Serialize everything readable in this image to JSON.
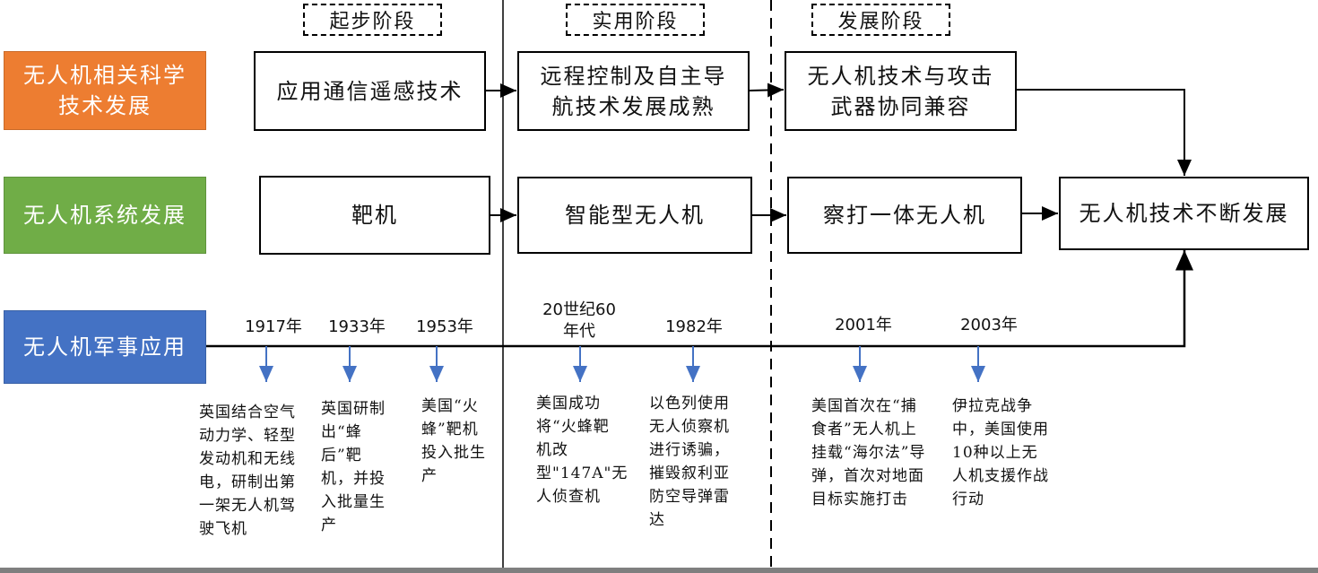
{
  "stages": [
    {
      "label": "起步阶段"
    },
    {
      "label": "实用阶段"
    },
    {
      "label": "发展阶段"
    }
  ],
  "rows": {
    "science": {
      "label": "无人机相关科学技术发展",
      "color": "#ED7D31"
    },
    "system": {
      "label": "无人机系统发展",
      "color": "#70AD47"
    },
    "military": {
      "label": "无人机军事应用",
      "color": "#4472C4"
    }
  },
  "science_boxes": [
    {
      "text": "应用通信遥感技术"
    },
    {
      "text": "远程控制及自主导航技术发展成熟"
    },
    {
      "text": "无人机技术与攻击武器协同兼容"
    }
  ],
  "system_boxes": [
    {
      "text": "靶机"
    },
    {
      "text": "智能型无人机"
    },
    {
      "text": "察打一体无人机"
    }
  ],
  "result_box": {
    "text": "无人机技术不断发展"
  },
  "timeline": [
    {
      "year": "1917年",
      "desc": "英国结合空气动力学、轻型发动机和无线电，研制出第一架无人机驾驶飞机"
    },
    {
      "year": "1933年",
      "desc": "英国研制出“蜂后”靶机，并投入批量生产"
    },
    {
      "year": "1953年",
      "desc": "美国“火蜂”靶机投入批生产"
    },
    {
      "year": "20世纪60年代",
      "desc": "美国成功将“火蜂靶机改型\"147A\"无人侦查机"
    },
    {
      "year": "1982年",
      "desc": "以色列使用无人侦察机进行诱骗，摧毁叙利亚防空导弹雷达"
    },
    {
      "year": "2001年",
      "desc": "美国首次在“捕食者”无人机上挂载“海尔法”导弹，首次对地面目标实施打击"
    },
    {
      "year": "2003年",
      "desc": "伊拉克战争中，美国使用10种以上无人机支援作战行动"
    }
  ],
  "colors": {
    "line": "#000000",
    "arrow_blue": "#4472C4"
  }
}
